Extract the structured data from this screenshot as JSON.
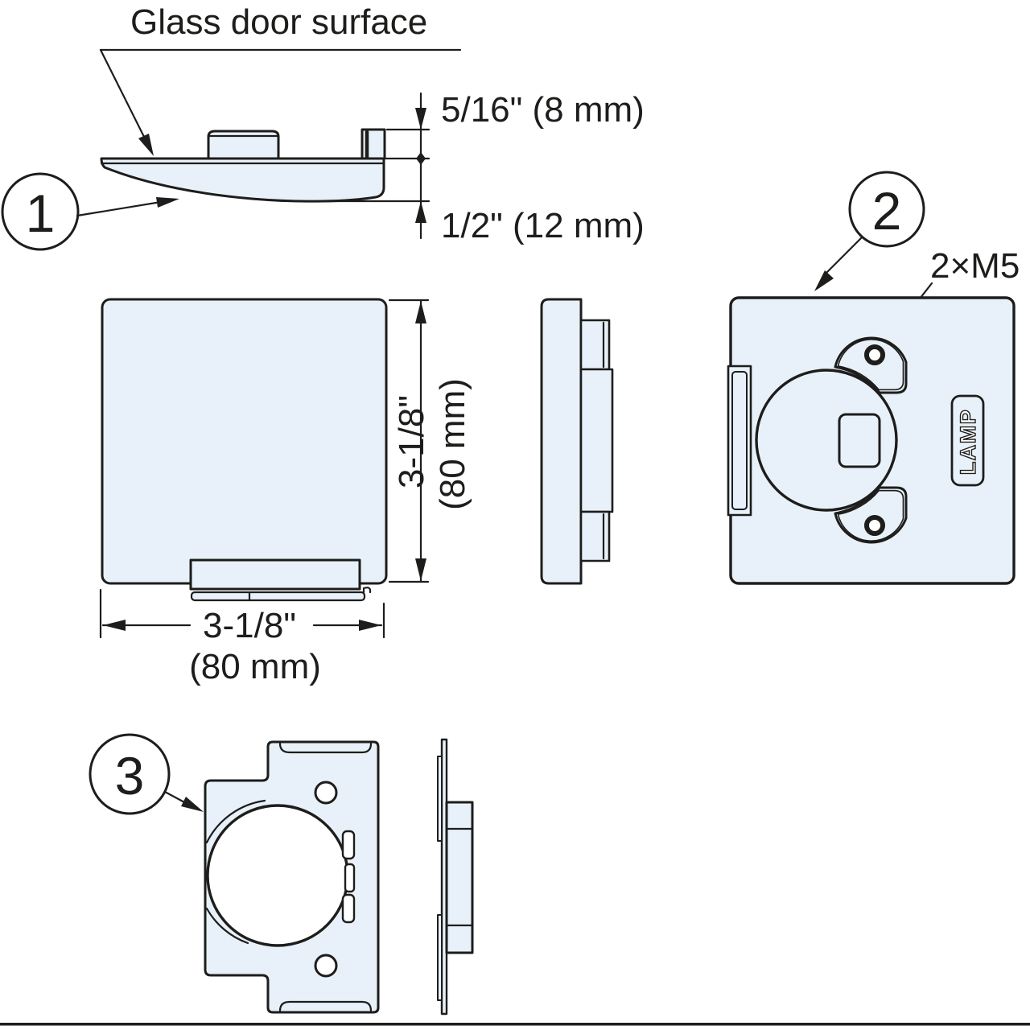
{
  "colors": {
    "part_fill": "#e8f1fa",
    "line": "#1d1d1b",
    "background": "#ffffff"
  },
  "annotations": {
    "glass_door_surface": "Glass door surface",
    "screw_spec": "2×M5"
  },
  "dimensions": {
    "thickness_above_surface": "5/16\" (8 mm)",
    "thickness_below_surface": "1/2\" (12 mm)",
    "height_in": "3-1/8\"",
    "height_mm": "(80 mm)",
    "width_in": "3-1/8\"",
    "width_mm": "(80 mm)"
  },
  "balloons": [
    {
      "number": "1"
    },
    {
      "number": "2"
    },
    {
      "number": "3"
    }
  ],
  "logo": {
    "text": "LAMP"
  }
}
